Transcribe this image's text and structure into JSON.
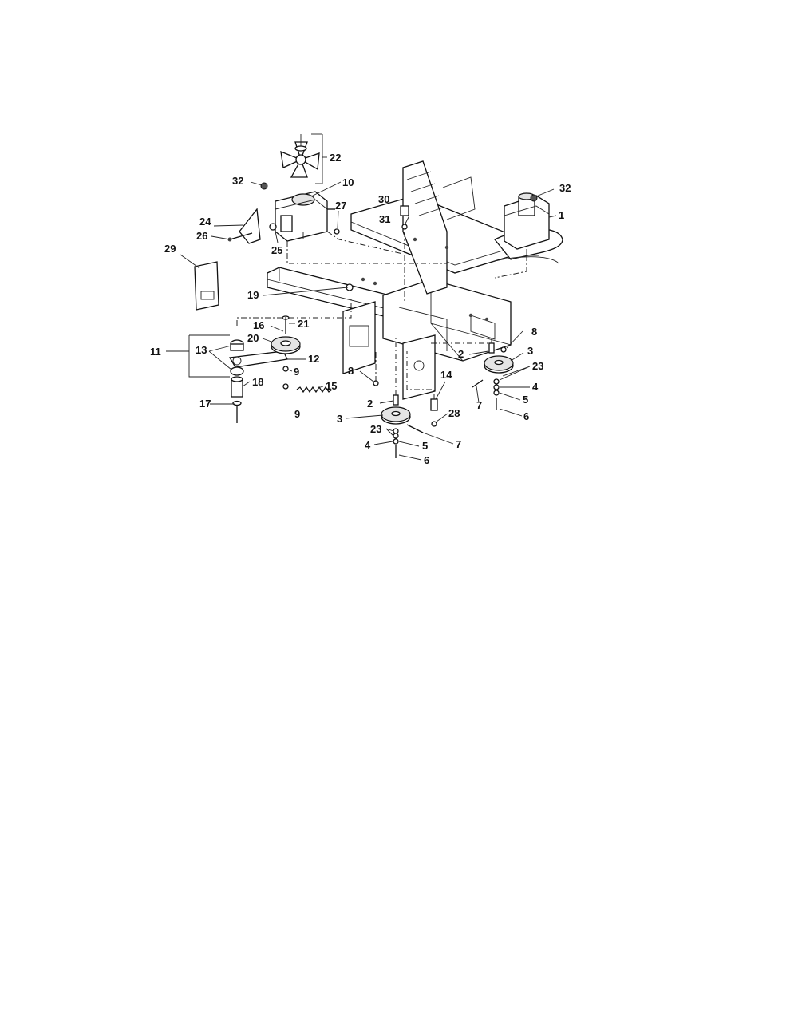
{
  "callouts": [
    "32",
    "22",
    "10",
    "30",
    "32",
    "1",
    "27",
    "31",
    "24",
    "26",
    "25",
    "29",
    "19",
    "16",
    "21",
    "20",
    "11",
    "13",
    "12",
    "9",
    "8",
    "2",
    "3",
    "8",
    "23",
    "4",
    "5",
    "2",
    "7",
    "6",
    "14",
    "18",
    "15",
    "9",
    "28",
    "17",
    "3",
    "7",
    "23",
    "5",
    "4",
    "6"
  ]
}
